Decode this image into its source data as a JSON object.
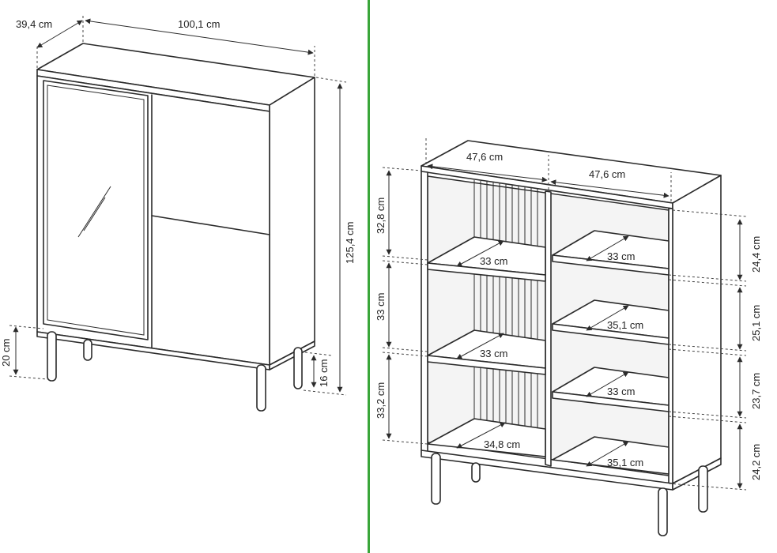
{
  "colors": {
    "line": "#2b2b2b",
    "divider": "#3aa63a",
    "background": "#ffffff"
  },
  "left_view": {
    "depth": "39,4 cm",
    "width": "100,1 cm",
    "height": "125,4 cm",
    "leg_height": "20 cm",
    "leg_clearance": "16 cm"
  },
  "right_view": {
    "left_width": "47,6 cm",
    "right_width": "47,6 cm",
    "left_heights": [
      "32,8 cm",
      "33 cm",
      "33,2 cm"
    ],
    "right_heights": [
      "24,4 cm",
      "25,1 cm",
      "23,7 cm",
      "24,2 cm"
    ],
    "left_shelf_depths": [
      "33 cm",
      "33 cm",
      "34,8 cm"
    ],
    "right_shelf_depths": [
      "33 cm",
      "35,1 cm",
      "33 cm",
      "35,1 cm"
    ]
  }
}
